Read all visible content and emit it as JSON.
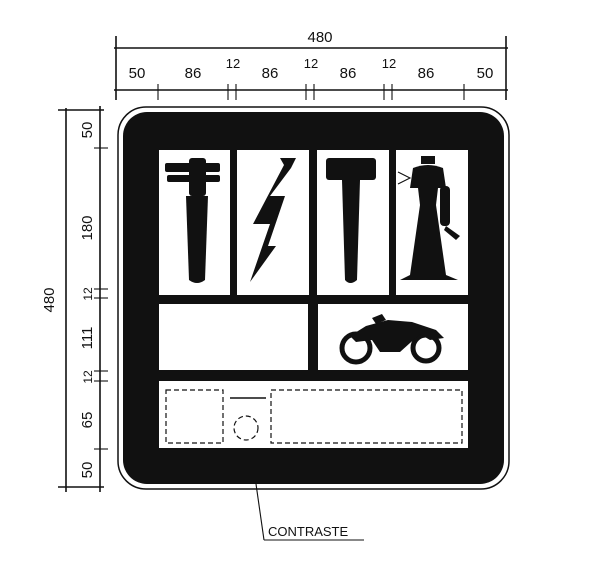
{
  "dimensions": {
    "overall_width": "480",
    "overall_height": "480",
    "horizontal": [
      "50",
      "86",
      "12",
      "86",
      "12",
      "86",
      "12",
      "86",
      "50"
    ],
    "vertical": [
      "50",
      "180",
      "12",
      "111",
      "12",
      "65",
      "50"
    ]
  },
  "note": "CONTRASTE",
  "icons": [
    "hammer-icon",
    "lightning-bolt-icon",
    "hammer-icon",
    "spinning-wheel-icon",
    "motorcycle-icon"
  ],
  "colors": {
    "ink": "#111111",
    "paper": "#ffffff"
  }
}
